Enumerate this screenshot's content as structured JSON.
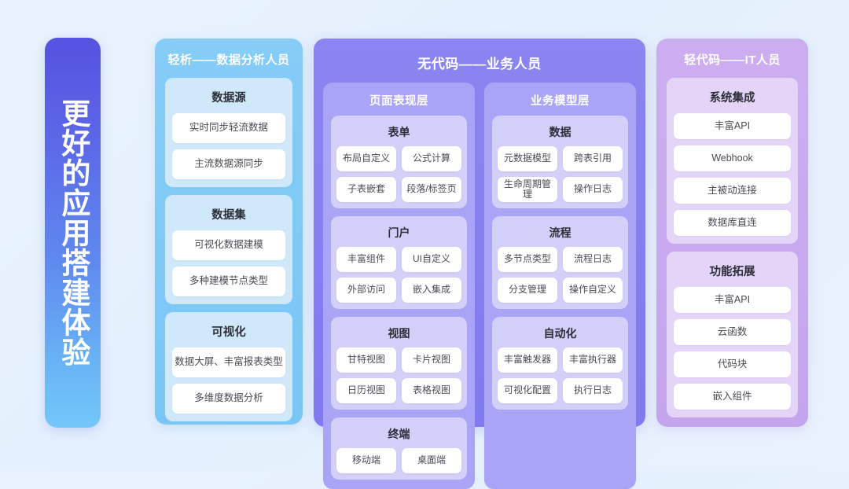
{
  "banner": {
    "text": "更好的应用搭建体验"
  },
  "columns": [
    {
      "id": "analysis",
      "title": "轻析——数据分析人员",
      "theme": "blue",
      "groups": [
        {
          "title": "数据源",
          "items": [
            "实时同步轻流数据",
            "主流数据源同步"
          ]
        },
        {
          "title": "数据集",
          "items": [
            "可视化数据建模",
            "多种建模节点类型"
          ]
        },
        {
          "title": "可视化",
          "items": [
            "数据大屏、丰富报表类型",
            "多维度数据分析"
          ]
        }
      ]
    },
    {
      "id": "nocode",
      "title": "无代码——业务人员",
      "theme": "violet",
      "subpanels": [
        {
          "title": "页面表现层",
          "groups": [
            {
              "title": "表单",
              "items": [
                "布局自定义",
                "公式计算",
                "子表嵌套",
                "段落/标签页"
              ]
            },
            {
              "title": "门户",
              "items": [
                "丰富组件",
                "UI自定义",
                "外部访问",
                "嵌入集成"
              ]
            },
            {
              "title": "视图",
              "items": [
                "甘特视图",
                "卡片视图",
                "日历视图",
                "表格视图"
              ]
            },
            {
              "title": "终端",
              "items": [
                "移动端",
                "桌面端"
              ]
            }
          ]
        },
        {
          "title": "业务模型层",
          "groups": [
            {
              "title": "数据",
              "items": [
                "元数据模型",
                "跨表引用",
                "生命周期管理",
                "操作日志"
              ]
            },
            {
              "title": "流程",
              "items": [
                "多节点类型",
                "流程日志",
                "分支管理",
                "操作自定义"
              ]
            },
            {
              "title": "自动化",
              "items": [
                "丰富触发器",
                "丰富执行器",
                "可视化配置",
                "执行日志"
              ]
            }
          ]
        }
      ]
    },
    {
      "id": "lowcode",
      "title": "轻代码——IT人员",
      "theme": "purple",
      "groups": [
        {
          "title": "系统集成",
          "items": [
            "丰富API",
            "Webhook",
            "主被动连接",
            "数据库直连"
          ]
        },
        {
          "title": "功能拓展",
          "items": [
            "丰富API",
            "云函数",
            "代码块",
            "嵌入组件"
          ]
        }
      ]
    }
  ],
  "colors": {
    "background": "#e8f2fd",
    "banner_top": "#5552e0",
    "banner_bottom": "#74c7f8",
    "col_analysis": "#7fc9f5",
    "col_nocode": "#8b85f1",
    "col_lowcode": "#c9a9ef",
    "subpanel": "#a9a4f6",
    "group_blue": "#cfe9fb",
    "group_violet": "#d2cff9",
    "group_purple": "#e4d5f8",
    "pill": "#ffffff",
    "pill_text": "#4a4a55"
  }
}
